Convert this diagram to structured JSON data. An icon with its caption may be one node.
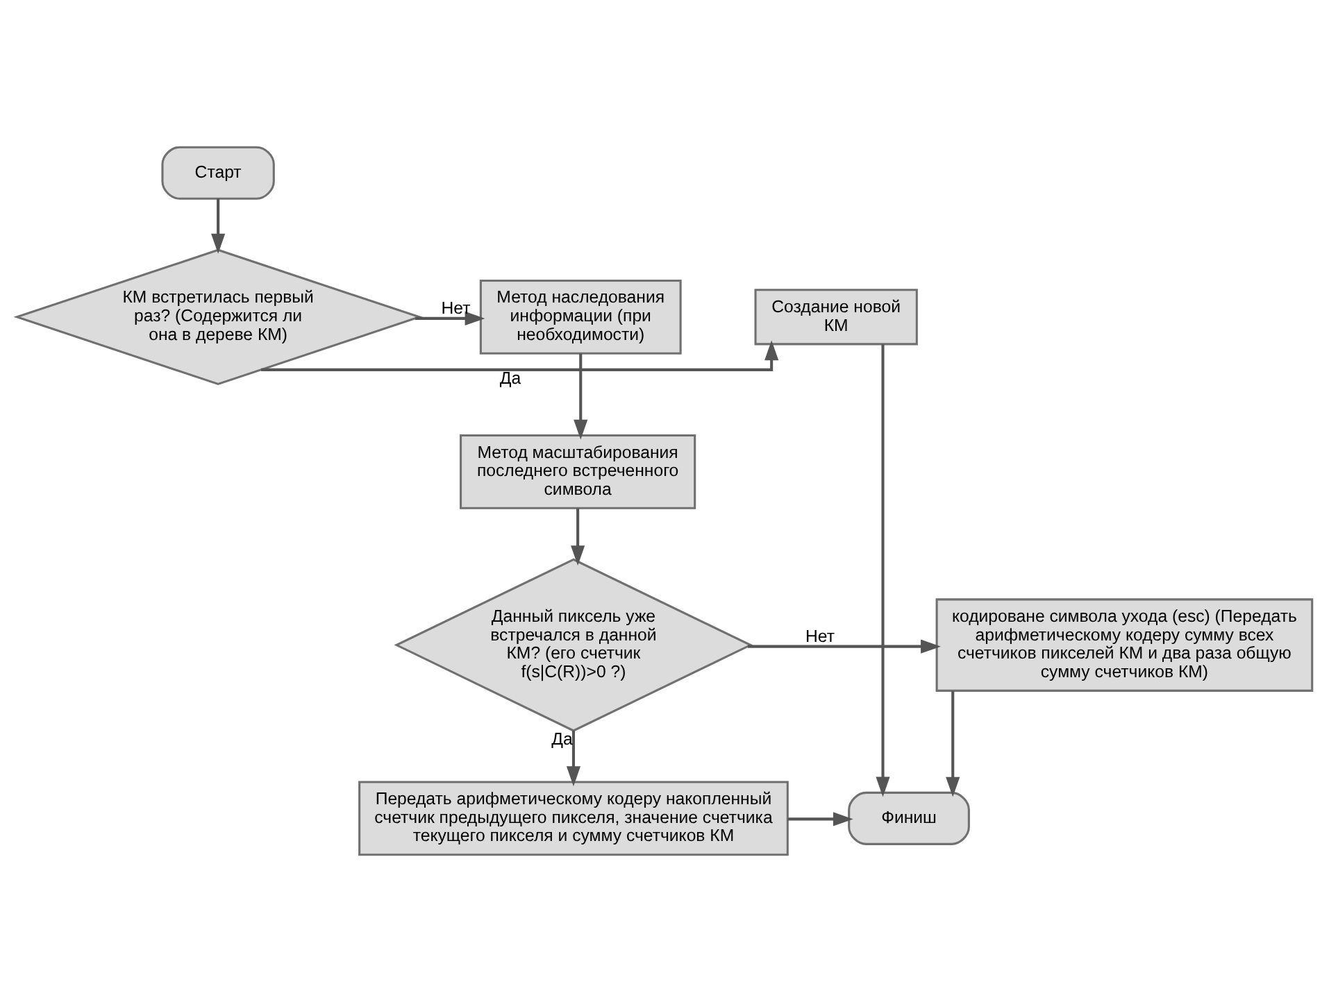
{
  "diagram": {
    "nodes": [
      {
        "text": [
          "Старт"
        ]
      },
      {
        "text": [
          "КМ встретилась первый раз? (Содержится ли она в дереве КМ)"
        ]
      },
      {
        "text": [
          "Создание новой КМ"
        ]
      },
      {
        "text": [
          "Метод наследования информации (при необходимости)"
        ]
      },
      {
        "text": [
          "Метод масштабирования последнего встреченного символа"
        ]
      },
      {
        "text": [
          "Данный пиксель уже встречался в данной КМ? (его счетчик f(s|C(R))>0 ?)"
        ]
      },
      {
        "text": [
          "кодироване символа ухода (esc) (Передать арифметическому кодеру сумму всех счетчиков пикселей КМ и два раза общую сумму счетчиков КМ)"
        ]
      },
      {
        "text": [
          "Финиш"
        ]
      },
      {
        "text": [
          "Передать арифметическому кодеру накопленный счетчик предыдущего пикселя, значение счетчика текущего пикселя и сумму счетчиков КМ"
        ]
      }
    ],
    "edges": [
      {
        "from": 0,
        "to": 1,
        "arrow": "to"
      },
      {
        "from": 1,
        "to": 2,
        "arrow": "to",
        "label": "Да"
      },
      {
        "from": 1,
        "to": 3,
        "arrow": "to",
        "label": "Нет"
      },
      {
        "from": 3,
        "to": 4,
        "arrow": "to"
      },
      {
        "from": 4,
        "to": 5,
        "arrow": "to"
      },
      {
        "from": 5,
        "to": 6,
        "arrow": "to",
        "label": "Нет"
      },
      {
        "from": 5,
        "to": 8,
        "arrow": "to",
        "label": "Да"
      },
      {
        "from": 2,
        "to": 7,
        "arrow": "to"
      },
      {
        "from": 6,
        "to": 7,
        "arrow": "to"
      },
      {
        "from": 8,
        "to": 7,
        "arrow": "to"
      }
    ]
  }
}
